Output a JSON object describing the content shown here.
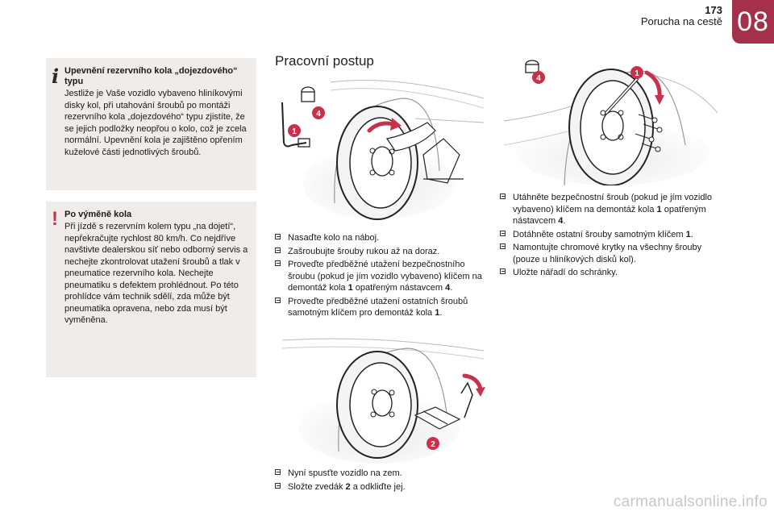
{
  "header": {
    "page_number": "173",
    "chapter_title": "Porucha na cestě",
    "chapter_number": "08"
  },
  "info_note": {
    "icon": "info-icon",
    "title": "Upevnění rezervního kola „dojezdového“ typu",
    "body": "Jestliže je Vaše vozidlo vybaveno hliníkovými disky kol, při utahování šroubů po montáži rezervního kola „dojezdového“ typu zjistíte, že se jejich podložky neopřou o kolo, což je zcela normální. Upevnění kola je zajištěno opřením kuželové části jednotlivých šroubů."
  },
  "warning_note": {
    "icon": "warning-icon",
    "title": "Po výměně kola",
    "body": "Při jízdě s rezervním kolem typu „na dojetí“, nepřekračujte rychlost 80 km/h. Co nejdříve navštivte dealerskou síť nebo odborný servis a nechejte zkontrolovat utažení šroubů a tlak v pneumatice rezervního kola. Nechejte pneumatiku s defektem prohlédnout. Po této prohlídce vám technik sdělí, zda může být pneumatika opravena, nebo zda musí být vyměněna."
  },
  "section": {
    "title": "Pracovní postup"
  },
  "illustrations": [
    {
      "name": "wheel-mounting-illustration",
      "callouts": [
        "1",
        "4"
      ]
    },
    {
      "name": "lowering-jack-illustration",
      "callouts": [
        "2"
      ]
    },
    {
      "name": "tightening-bolts-illustration",
      "callouts": [
        "4",
        "1"
      ]
    }
  ],
  "steps_group_1": [
    {
      "pre": "Nasaďte kolo na náboj.",
      "ref": "",
      "post": ""
    },
    {
      "pre": "Zašroubujte šrouby rukou až na doraz.",
      "ref": "",
      "post": ""
    },
    {
      "pre": "Proveďte předběžné utažení bezpečnostního šroubu (pokud je jím vozidlo vybaveno) klíčem na demontáž kola ",
      "ref": "1",
      "post": " opatřeným nástavcem ",
      "ref2": "4",
      "post2": "."
    },
    {
      "pre": "Proveďte předběžné utažení ostatních šroubů samotným klíčem pro demontáž kola ",
      "ref": "1",
      "post": "."
    }
  ],
  "steps_group_2": [
    {
      "pre": "Nyní spusťte vozidlo na zem.",
      "ref": "",
      "post": ""
    },
    {
      "pre": "Složte zvedák ",
      "ref": "2",
      "post": " a odkliďte jej."
    }
  ],
  "steps_group_3": [
    {
      "pre": "Utáhněte bezpečnostní šroub (pokud je jím vozidlo vybaveno) klíčem na demontáž kola ",
      "ref": "1",
      "post": " opatřeným nástavcem ",
      "ref2": "4",
      "post2": "."
    },
    {
      "pre": "Dotáhněte ostatní šrouby samotným klíčem ",
      "ref": "1",
      "post": "."
    },
    {
      "pre": "Namontujte chromové krytky na všechny šrouby (pouze u hliníkových disků kol).",
      "ref": "",
      "post": ""
    },
    {
      "pre": "Uložte nářadí do schránky.",
      "ref": "",
      "post": ""
    }
  ],
  "watermark": "carmanualsonline.info",
  "colors": {
    "accent": "#a5304b",
    "callout": "#c8314a",
    "note_bg": "#efecea"
  }
}
